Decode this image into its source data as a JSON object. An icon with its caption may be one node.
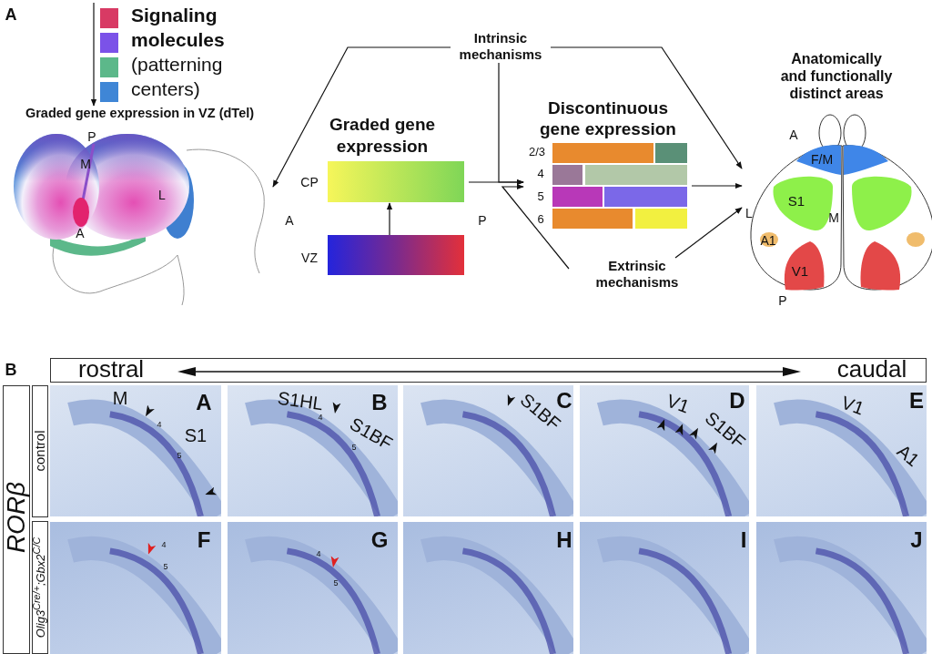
{
  "diagram": {
    "nodes": [
      {
        "text": [
          "**Signaling molecules** (patterning centers)"
        ]
      },
      {
        "text": [
          "Graded gene expression in VZ (dTel)"
        ]
      },
      {
        "text": [
          "Intrinsic mechanisms"
        ]
      },
      {
        "text": [
          "Graded gene expression"
        ]
      },
      {
        "text": [],
        "shape": "bar",
        "in": 3,
        "beside": [
          "CP"
        ]
      },
      {
        "text": [],
        "shape": "bar",
        "in": 3,
        "beside": [
          "VZ"
        ]
      },
      {
        "text": [
          "Discontinuous gene expression"
        ]
      },
      {
        "text": [
          "Extrinsic mechanisms"
        ]
      },
      {
        "text": [
          "Anatomically and functionally distinct areas"
        ]
      }
    ],
    "edges": [
      {
        "from": 0,
        "to": 1,
        "arrow": "to"
      },
      {
        "from": 2,
        "to": 1,
        "arrow": "to"
      },
      {
        "from": 2,
        "to": 6,
        "arrow": "to"
      },
      {
        "from": 2,
        "to": 8,
        "arrow": "to"
      },
      {
        "from": 5,
        "to": 4,
        "arrow": "to"
      },
      {
        "from": 3,
        "to": 6,
        "arrow": "to"
      },
      {
        "from": 7,
        "to": 6,
        "arrow": "to"
      },
      {
        "from": 7,
        "to": 8,
        "arrow": "to"
      },
      {
        "from": 6,
        "to": 8,
        "arrow": "to"
      }
    ],
    "labels": [
      "A",
      "P",
      "M",
      "L",
      "A",
      "A",
      "P",
      "2/3",
      "4",
      "5",
      "6",
      "A",
      "F/M",
      "S1",
      "L",
      "M",
      "A1",
      "V1",
      "P",
      "B",
      "rostral",
      "caudal",
      "RORβ",
      "control",
      "Olig3$^{Cre/+}$;Gbx2$^{C/C}$",
      "M",
      "A",
      "4",
      "S1",
      "5",
      "S1HL",
      "B",
      "4",
      "S1BF",
      "5",
      "S1BF",
      "C",
      "V1",
      "D",
      "S1BF",
      "V1",
      "E",
      "A1",
      "F",
      "4",
      "5",
      "G",
      "4",
      "5",
      "H",
      "I",
      "J"
    ]
  }
}
